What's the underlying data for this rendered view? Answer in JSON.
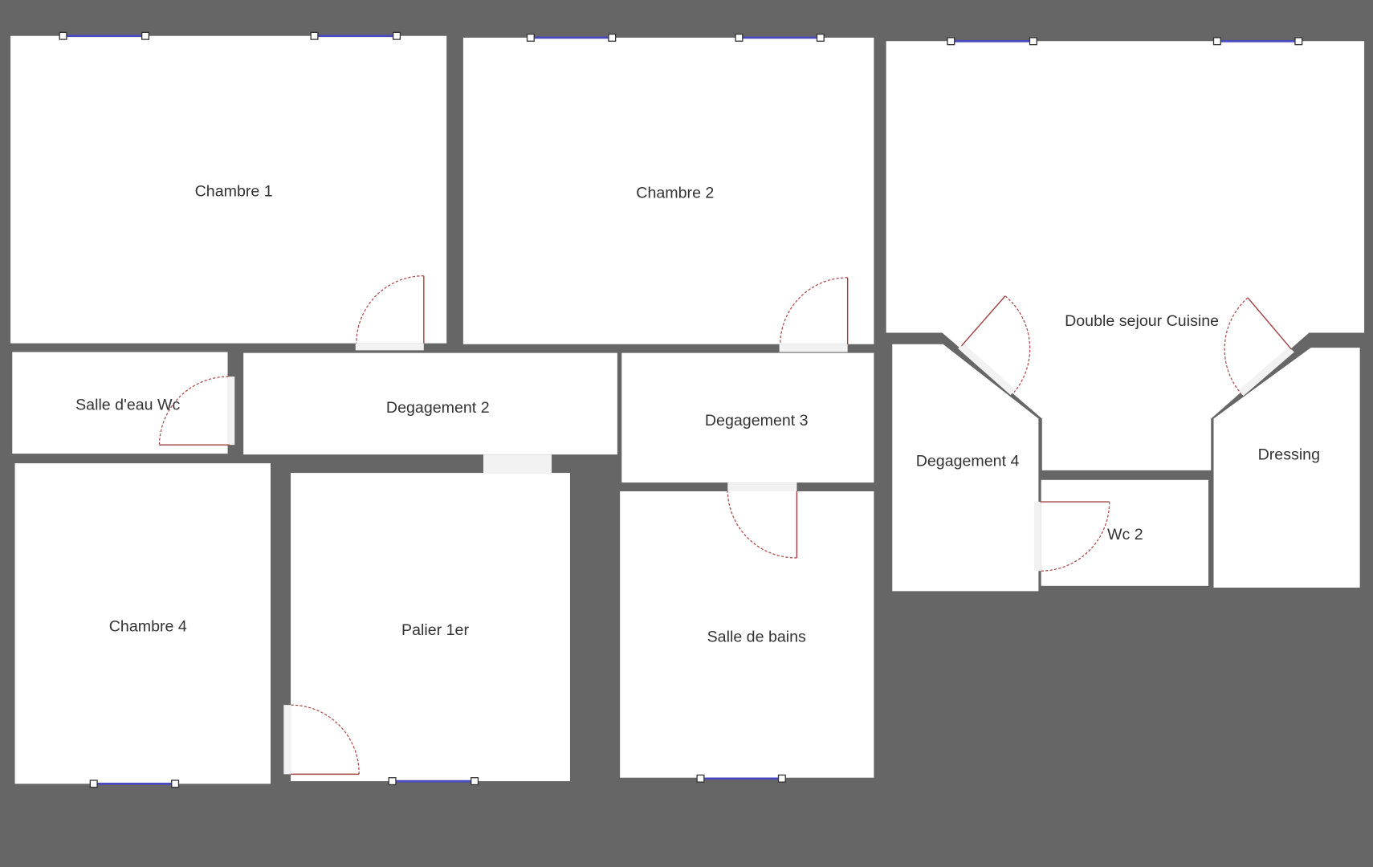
{
  "colors": {
    "background": "#666666",
    "room": "#ffffff",
    "door": "#a04040",
    "window": "#4a4ac0"
  },
  "rooms": {
    "chambre1": "Chambre 1",
    "chambre2": "Chambre 2",
    "sejour": "Double sejour Cuisine",
    "salle_eau": "Salle d'eau Wc",
    "degagement2": "Degagement 2",
    "degagement3": "Degagement 3",
    "degagement4": "Degagement 4",
    "dressing": "Dressing",
    "wc2": "Wc 2",
    "chambre4": "Chambre 4",
    "palier": "Palier 1er",
    "salle_bains": "Salle de bains"
  }
}
